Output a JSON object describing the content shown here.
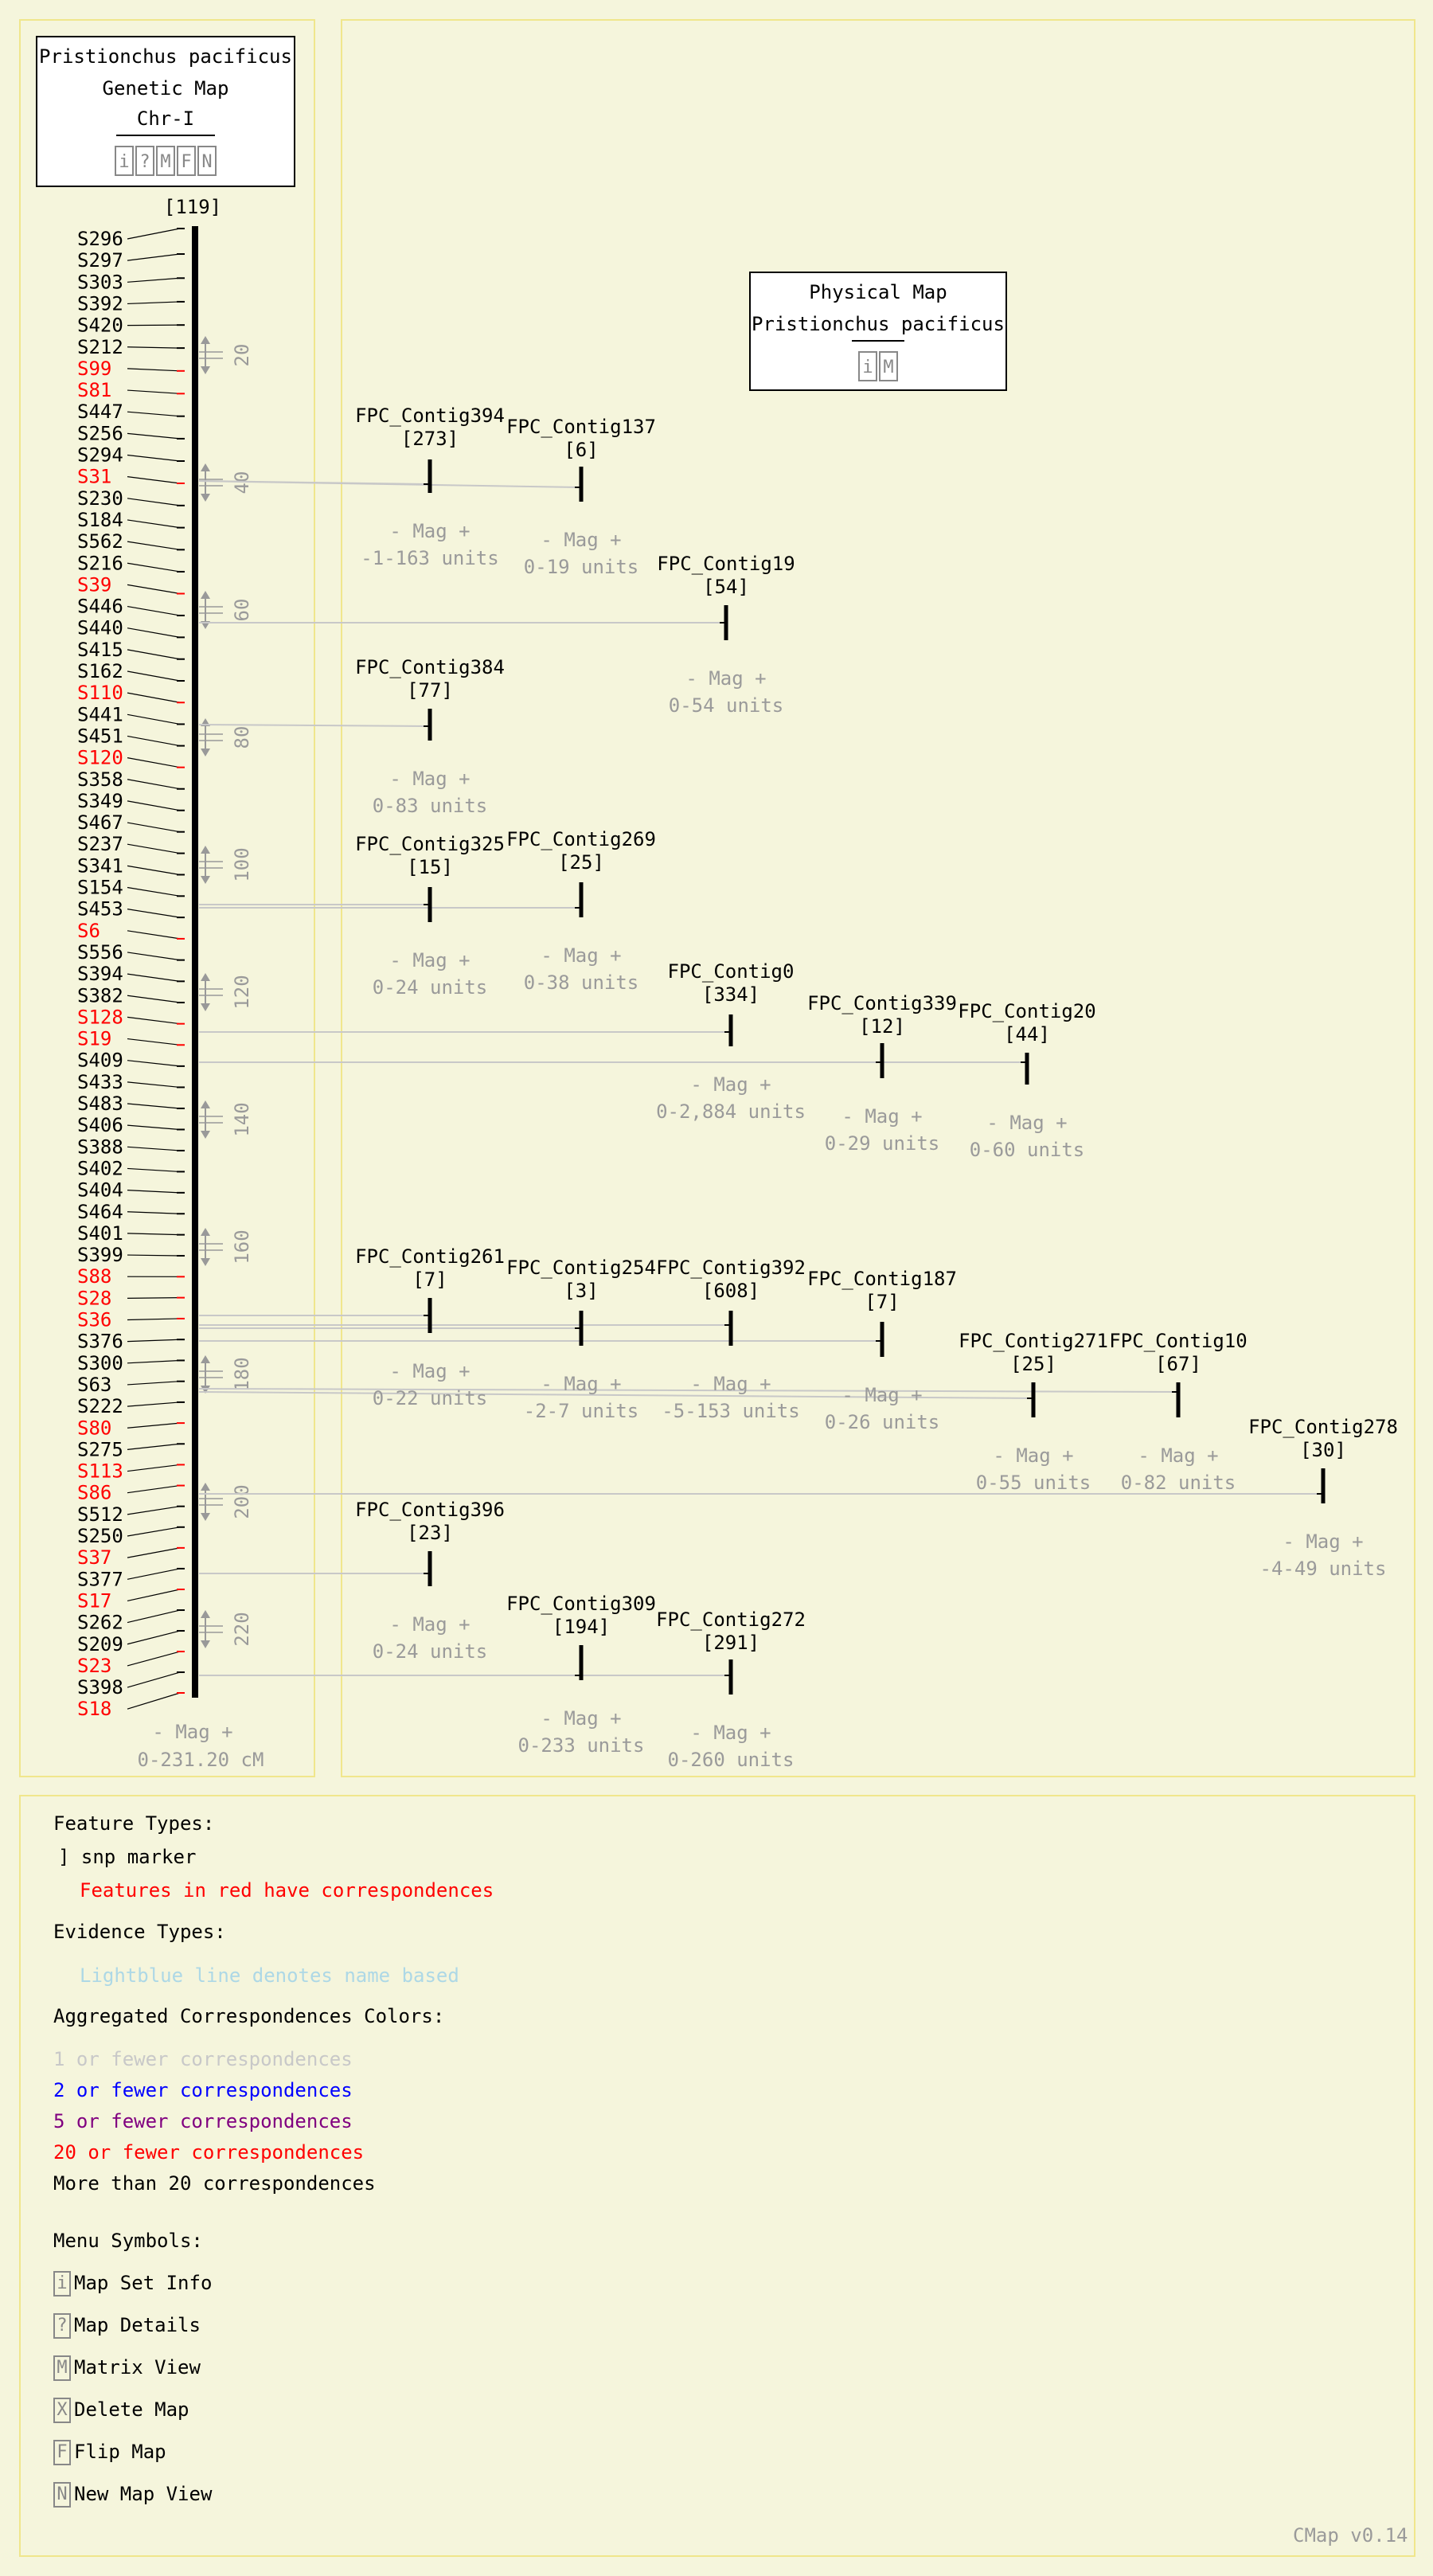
{
  "genetic_map": {
    "title_lines": [
      "Pristionchus pacificus",
      "Genetic Map",
      "Chr-I"
    ],
    "menu_buttons": [
      "i",
      "?",
      "M",
      "F",
      "N"
    ],
    "count_label": "[119]",
    "mag_label": "- Mag +",
    "range_label": "0-231.20 cM",
    "features": [
      {
        "name": "S296",
        "red": false
      },
      {
        "name": "S297",
        "red": false
      },
      {
        "name": "S303",
        "red": false
      },
      {
        "name": "S392",
        "red": false
      },
      {
        "name": "S420",
        "red": false
      },
      {
        "name": "S212",
        "red": false
      },
      {
        "name": "S99",
        "red": true
      },
      {
        "name": "S81",
        "red": true
      },
      {
        "name": "S447",
        "red": false
      },
      {
        "name": "S256",
        "red": false
      },
      {
        "name": "S294",
        "red": false
      },
      {
        "name": "S31",
        "red": true
      },
      {
        "name": "S230",
        "red": false
      },
      {
        "name": "S184",
        "red": false
      },
      {
        "name": "S562",
        "red": false
      },
      {
        "name": "S216",
        "red": false
      },
      {
        "name": "S39",
        "red": true
      },
      {
        "name": "S446",
        "red": false
      },
      {
        "name": "S440",
        "red": false
      },
      {
        "name": "S415",
        "red": false
      },
      {
        "name": "S162",
        "red": false
      },
      {
        "name": "S110",
        "red": true
      },
      {
        "name": "S441",
        "red": false
      },
      {
        "name": "S451",
        "red": false
      },
      {
        "name": "S120",
        "red": true
      },
      {
        "name": "S358",
        "red": false
      },
      {
        "name": "S349",
        "red": false
      },
      {
        "name": "S467",
        "red": false
      },
      {
        "name": "S237",
        "red": false
      },
      {
        "name": "S341",
        "red": false
      },
      {
        "name": "S154",
        "red": false
      },
      {
        "name": "S453",
        "red": false
      },
      {
        "name": "S6",
        "red": true
      },
      {
        "name": "S556",
        "red": false
      },
      {
        "name": "S394",
        "red": false
      },
      {
        "name": "S382",
        "red": false
      },
      {
        "name": "S128",
        "red": true
      },
      {
        "name": "S19",
        "red": true
      },
      {
        "name": "S409",
        "red": false
      },
      {
        "name": "S433",
        "red": false
      },
      {
        "name": "S483",
        "red": false
      },
      {
        "name": "S406",
        "red": false
      },
      {
        "name": "S388",
        "red": false
      },
      {
        "name": "S402",
        "red": false
      },
      {
        "name": "S404",
        "red": false
      },
      {
        "name": "S464",
        "red": false
      },
      {
        "name": "S401",
        "red": false
      },
      {
        "name": "S399",
        "red": false
      },
      {
        "name": "S88",
        "red": true
      },
      {
        "name": "S28",
        "red": true
      },
      {
        "name": "S36",
        "red": true
      },
      {
        "name": "S376",
        "red": false
      },
      {
        "name": "S300",
        "red": false
      },
      {
        "name": "S63",
        "red": false
      },
      {
        "name": "S222",
        "red": false
      },
      {
        "name": "S80",
        "red": true
      },
      {
        "name": "S275",
        "red": false
      },
      {
        "name": "S113",
        "red": true
      },
      {
        "name": "S86",
        "red": true
      },
      {
        "name": "S512",
        "red": false
      },
      {
        "name": "S250",
        "red": false
      },
      {
        "name": "S37",
        "red": true
      },
      {
        "name": "S377",
        "red": false
      },
      {
        "name": "S17",
        "red": true
      },
      {
        "name": "S262",
        "red": false
      },
      {
        "name": "S209",
        "red": false
      },
      {
        "name": "S23",
        "red": true
      },
      {
        "name": "S398",
        "red": false
      },
      {
        "name": "S18",
        "red": true
      }
    ],
    "scale_ticks": [
      "20",
      "40",
      "60",
      "80",
      "100",
      "120",
      "140",
      "160",
      "180",
      "200",
      "220"
    ]
  },
  "physical_map": {
    "title_lines": [
      "Physical Map",
      "Pristionchus pacificus"
    ],
    "menu_buttons": [
      "i",
      "M"
    ],
    "mag_label": "- Mag +",
    "contigs": [
      {
        "name": "FPC_Contig394",
        "count": "[273]",
        "range": "-1-163 units"
      },
      {
        "name": "FPC_Contig137",
        "count": "[6]",
        "range": "0-19 units"
      },
      {
        "name": "FPC_Contig19",
        "count": "[54]",
        "range": "0-54 units"
      },
      {
        "name": "FPC_Contig384",
        "count": "[77]",
        "range": "0-83 units"
      },
      {
        "name": "FPC_Contig325",
        "count": "[15]",
        "range": "0-24 units"
      },
      {
        "name": "FPC_Contig269",
        "count": "[25]",
        "range": "0-38 units"
      },
      {
        "name": "FPC_Contig0",
        "count": "[334]",
        "range": "0-2,884 units"
      },
      {
        "name": "FPC_Contig339",
        "count": "[12]",
        "range": "0-29 units"
      },
      {
        "name": "FPC_Contig20",
        "count": "[44]",
        "range": "0-60 units"
      },
      {
        "name": "FPC_Contig261",
        "count": "[7]",
        "range": "0-22 units"
      },
      {
        "name": "FPC_Contig254",
        "count": "[3]",
        "range": "-2-7 units"
      },
      {
        "name": "FPC_Contig392",
        "count": "[608]",
        "range": "-5-153 units"
      },
      {
        "name": "FPC_Contig187",
        "count": "[7]",
        "range": "0-26 units"
      },
      {
        "name": "FPC_Contig271",
        "count": "[25]",
        "range": "0-55 units"
      },
      {
        "name": "FPC_Contig10",
        "count": "[67]",
        "range": "0-82 units"
      },
      {
        "name": "FPC_Contig278",
        "count": "[30]",
        "range": "-4-49 units"
      },
      {
        "name": "FPC_Contig396",
        "count": "[23]",
        "range": "0-24 units"
      },
      {
        "name": "FPC_Contig309",
        "count": "[194]",
        "range": "0-233 units"
      },
      {
        "name": "FPC_Contig272",
        "count": "[291]",
        "range": "0-260 units"
      }
    ]
  },
  "legend": {
    "feature_types_heading": "Feature Types:",
    "snp_marker": "snp marker",
    "red_note": "Features in red have correspondences",
    "evidence_heading": "Evidence Types:",
    "evidence_note": "Lightblue line denotes name based",
    "agg_heading": "Aggregated Correspondences Colors:",
    "agg_items": [
      {
        "text": "1 or fewer correspondences",
        "color": "#c8c8c8"
      },
      {
        "text": "2 or fewer correspondences",
        "color": "#0000ff"
      },
      {
        "text": "5 or fewer correspondences",
        "color": "#800080"
      },
      {
        "text": "20 or fewer correspondences",
        "color": "#ff0000"
      },
      {
        "text": "More than 20 correspondences",
        "color": "#000000"
      }
    ],
    "menu_heading": "Menu Symbols:",
    "menu_items": [
      {
        "icon": "i",
        "label": "Map Set Info"
      },
      {
        "icon": "?",
        "label": "Map Details"
      },
      {
        "icon": "M",
        "label": "Matrix View"
      },
      {
        "icon": "X",
        "label": "Delete Map"
      },
      {
        "icon": "F",
        "label": "Flip Map"
      },
      {
        "icon": "N",
        "label": "New Map View"
      }
    ],
    "version": "CMap v0.14"
  }
}
